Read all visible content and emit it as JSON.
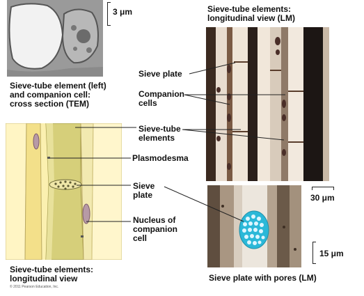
{
  "labels": {
    "tem_caption": "Sieve-tube element (left)\nand companion cell:\ncross section (TEM)",
    "lm_long_title": "Sieve-tube elements:\nlongitudinal view (LM)",
    "sieve_plate_1": "Sieve plate",
    "companion_cells": "Companion\ncells",
    "sieve_tube_elements": "Sieve-tube\nelements",
    "plasmodesma": "Plasmodesma",
    "sieve_plate_2": "Sieve\nplate",
    "nucleus": "Nucleus of\ncompanion\ncell",
    "long_view_caption": "Sieve-tube elements:\nlongitudinal view",
    "pores_caption": "Sieve plate with pores (LM)",
    "copyright": "© 2011 Pearson Education, Inc."
  },
  "scale_bars": {
    "tem": "3 μm",
    "lm_top": "30 μm",
    "lm_bottom": "15 μm"
  },
  "colors": {
    "drawing_bg": "#fbf0b0",
    "tube_fill": "#d6cf7a",
    "nucleus": "#b79aa6",
    "stain_blue": "#2bb8d8"
  }
}
